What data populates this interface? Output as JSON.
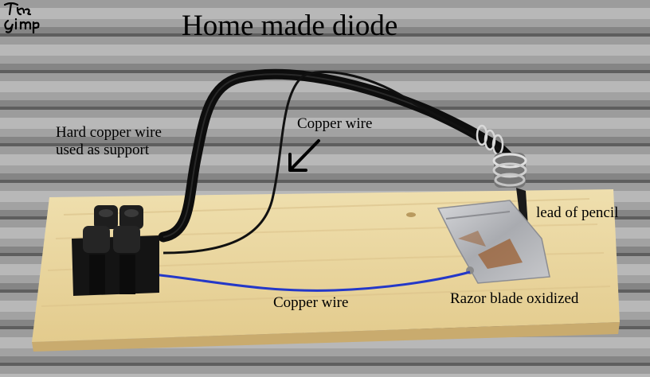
{
  "image": {
    "title": "Home made diode",
    "labels": {
      "support_line1": "Hard copper wire",
      "support_line2": "used as support",
      "copper_wire_top": "Copper wire",
      "pencil_lead": "lead of pencil",
      "copper_wire_bottom": "Copper wire",
      "razor_blade": "Razor blade oxidized"
    },
    "signature": "The Gimp"
  },
  "colors": {
    "background_dark": "#6f6f6f",
    "background_light": "#b9b9b9",
    "wood": "#ead7a0",
    "wood_edge": "#c9ab6e",
    "terminal_block": "#141414",
    "thick_wire": "#0d0d0d",
    "blue_wire": "#2438c8",
    "blade": "#c2c3c6",
    "rust": "#9a5a2a"
  }
}
